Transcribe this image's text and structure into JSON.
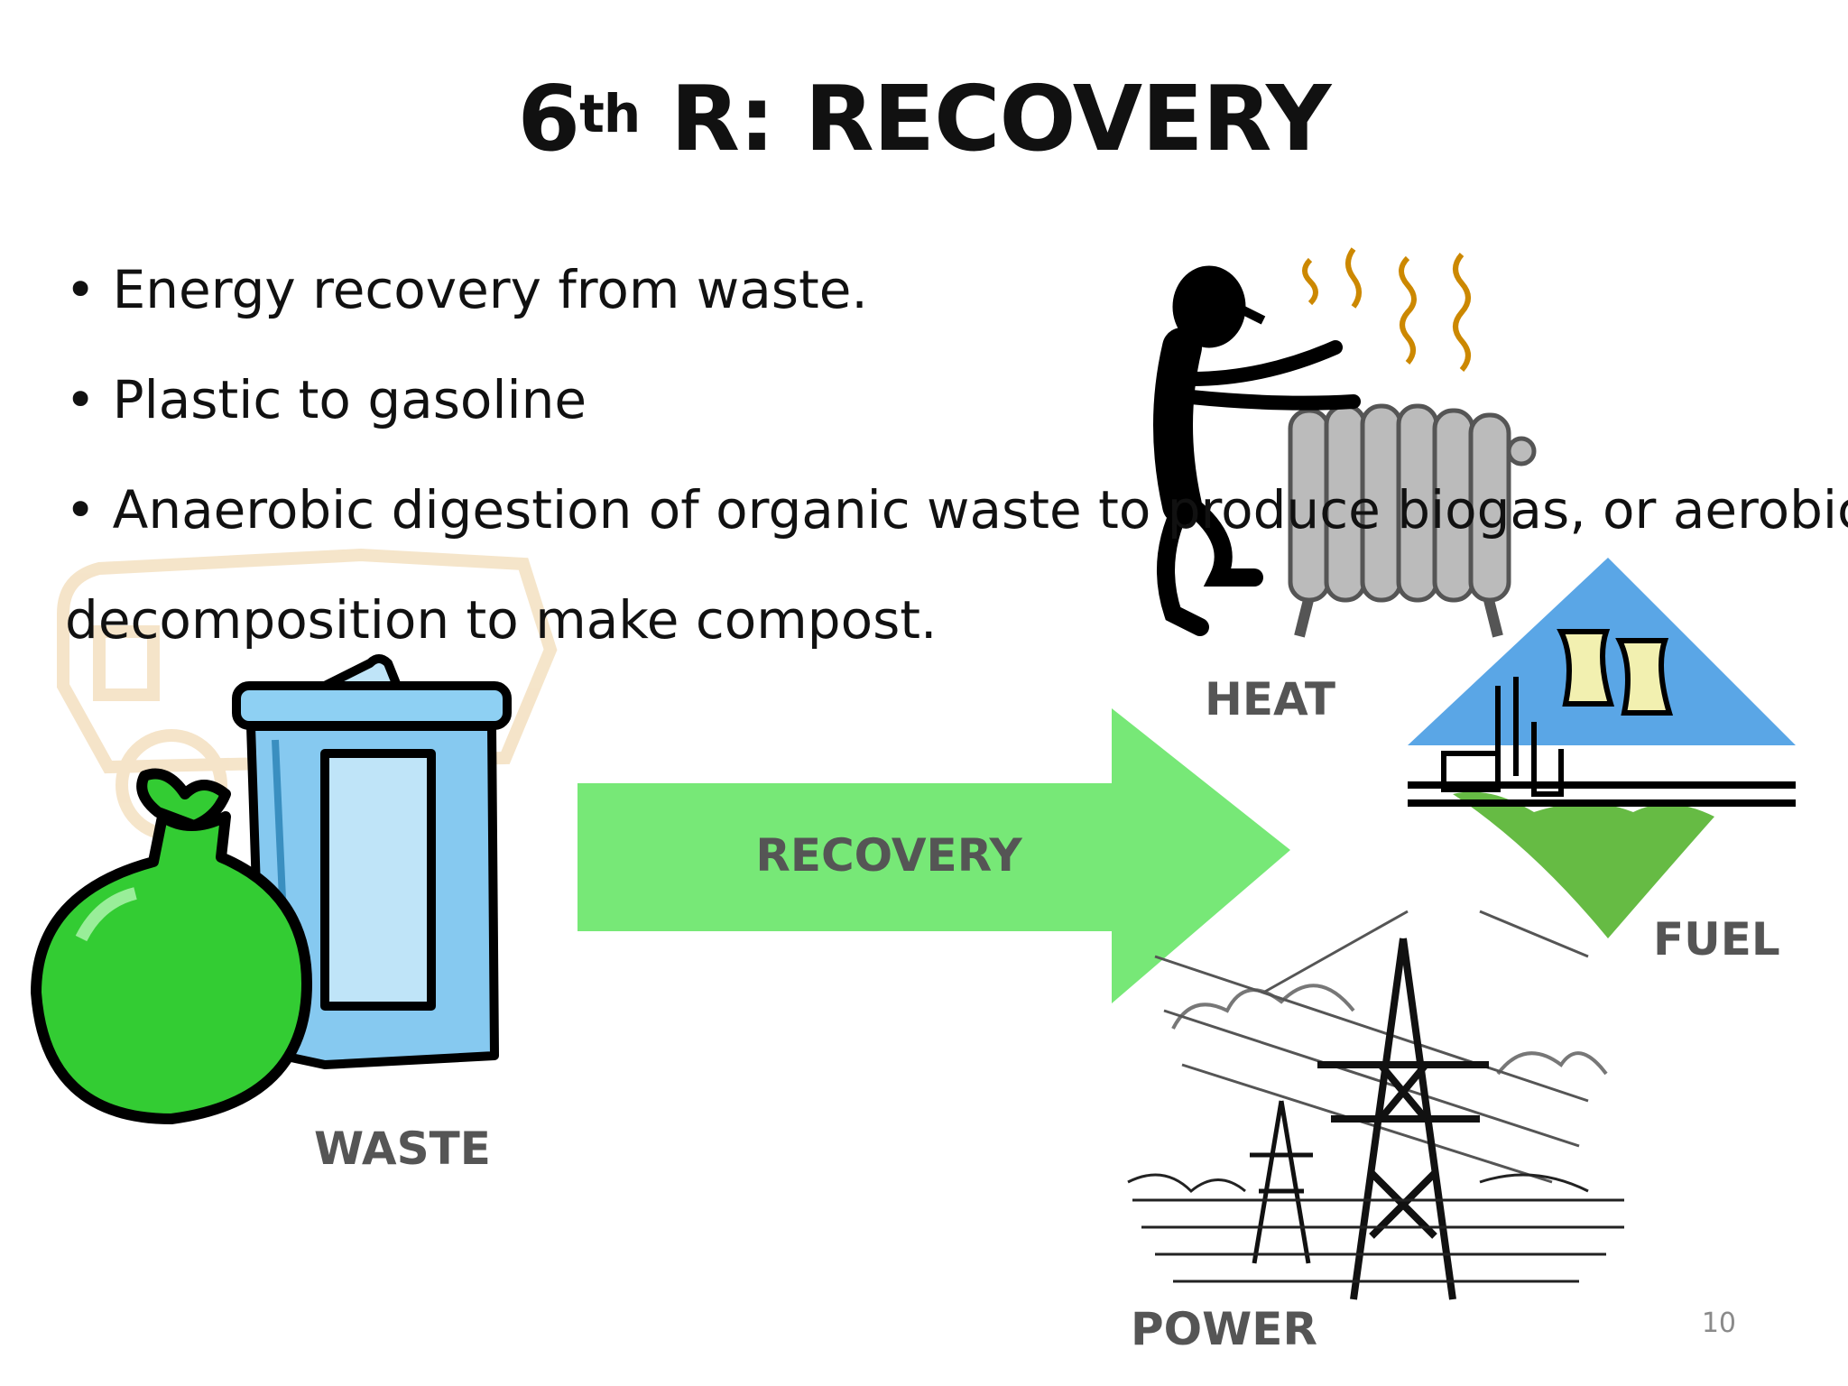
{
  "slide": {
    "title_number": "6",
    "title_suffix": "th",
    "title_rest": " R: RECOVERY",
    "bullets": [
      "• Energy recovery from waste.",
      "• Plastic to gasoline",
      "• Anaerobic digestion of organic waste to produce biogas, or aerobic",
      "decomposition to make compost."
    ],
    "page_number": "10"
  },
  "illustration": {
    "waste_label": "WASTE",
    "recovery_label": "RECOVERY",
    "heat_label": "HEAT",
    "fuel_label": "FUEL",
    "power_label": "POWER",
    "arrow_color": "#77e877",
    "bin_color": "#86c9f0",
    "bag_color": "#33cc33",
    "fuel_sky_color": "#5aa6e6",
    "fuel_ground_color": "#66bb44"
  }
}
